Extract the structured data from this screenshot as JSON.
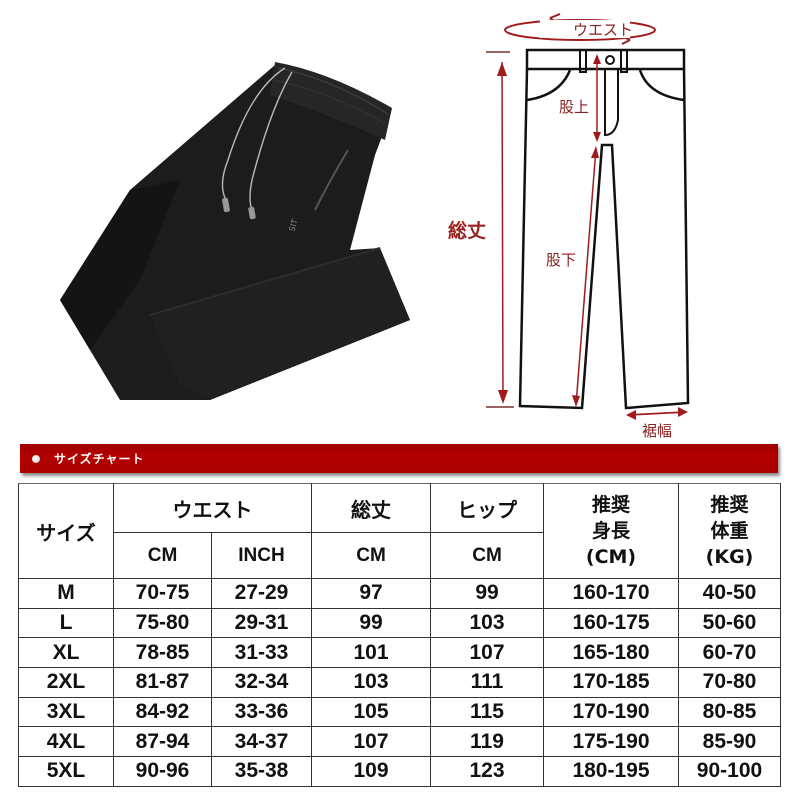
{
  "product_photo": {
    "description": "black track pants with drawstring and zip pocket",
    "pocket_logo": "SIT"
  },
  "diagram": {
    "labels": {
      "waist": "ウエスト",
      "rise": "股上",
      "total_length": "総丈",
      "inseam": "股下",
      "hem_width": "裾幅"
    },
    "colors": {
      "arrow": "#a01c1c",
      "outline": "#111111"
    }
  },
  "banner": {
    "title": "サイズチャート",
    "color": "#b00000"
  },
  "table": {
    "headers": {
      "size": "サイズ",
      "waist": "ウエスト",
      "length": "総丈",
      "hip": "ヒップ",
      "height": [
        "推奨",
        "身長",
        "(CM)"
      ],
      "weight": [
        "推奨",
        "体重",
        "(KG)"
      ]
    },
    "subheaders": {
      "waist_cm": "CM",
      "waist_inch": "INCH",
      "length_cm": "CM",
      "hip_cm": "CM"
    },
    "rows": [
      {
        "size": "M",
        "waist_cm": "70-75",
        "waist_inch": "27-29",
        "length": "97",
        "hip": "99",
        "height": "160-170",
        "weight": "40-50"
      },
      {
        "size": "L",
        "waist_cm": "75-80",
        "waist_inch": "29-31",
        "length": "99",
        "hip": "103",
        "height": "160-175",
        "weight": "50-60"
      },
      {
        "size": "XL",
        "waist_cm": "78-85",
        "waist_inch": "31-33",
        "length": "101",
        "hip": "107",
        "height": "165-180",
        "weight": "60-70"
      },
      {
        "size": "2XL",
        "waist_cm": "81-87",
        "waist_inch": "32-34",
        "length": "103",
        "hip": "111",
        "height": "170-185",
        "weight": "70-80"
      },
      {
        "size": "3XL",
        "waist_cm": "84-92",
        "waist_inch": "33-36",
        "length": "105",
        "hip": "115",
        "height": "170-190",
        "weight": "80-85"
      },
      {
        "size": "4XL",
        "waist_cm": "87-94",
        "waist_inch": "34-37",
        "length": "107",
        "hip": "119",
        "height": "175-190",
        "weight": "85-90"
      },
      {
        "size": "5XL",
        "waist_cm": "90-96",
        "waist_inch": "35-38",
        "length": "109",
        "hip": "123",
        "height": "180-195",
        "weight": "90-100"
      }
    ]
  }
}
